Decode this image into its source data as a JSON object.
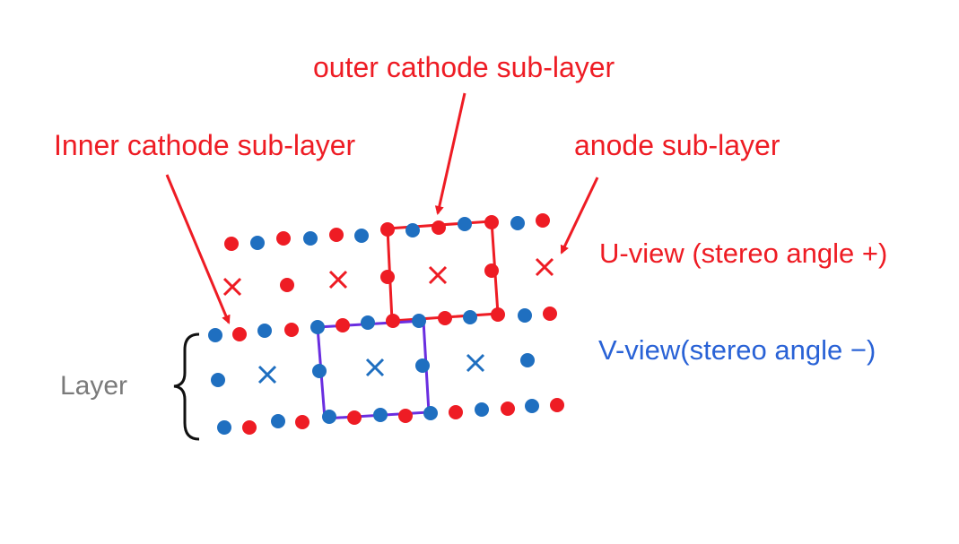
{
  "labels": {
    "outer_cathode": "outer cathode sub-layer",
    "inner_cathode": "Inner cathode sub-layer",
    "anode": "anode sub-layer",
    "u_view": "U-view (stereo angle +)",
    "v_view": "V-view(stereo angle −)",
    "layer": "Layer"
  },
  "colors": {
    "red": "#ee1c24",
    "blue": "#1f6fc0",
    "purple": "#6a2ee0",
    "gray": "#7a7a7a",
    "black": "#111111"
  }
}
